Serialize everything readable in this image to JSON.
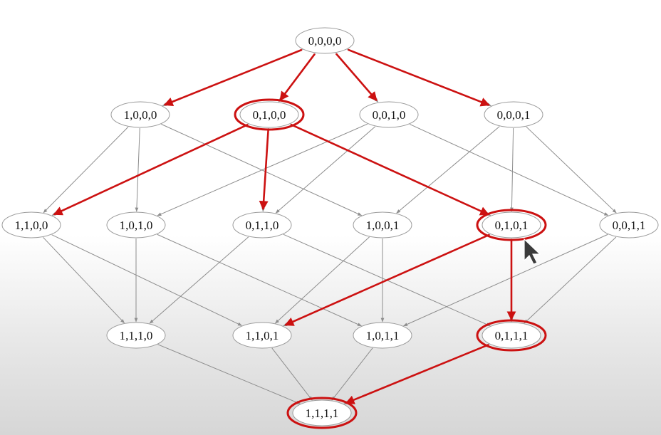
{
  "diagram": {
    "nodes": [
      {
        "id": "0000",
        "label": "0,0,0,0",
        "highlighted": false
      },
      {
        "id": "1000",
        "label": "1,0,0,0",
        "highlighted": false
      },
      {
        "id": "0100",
        "label": "0,1,0,0",
        "highlighted": true
      },
      {
        "id": "0010",
        "label": "0,0,1,0",
        "highlighted": false
      },
      {
        "id": "0001",
        "label": "0,0,0,1",
        "highlighted": false
      },
      {
        "id": "1100",
        "label": "1,1,0,0",
        "highlighted": false
      },
      {
        "id": "1010",
        "label": "1,0,1,0",
        "highlighted": false
      },
      {
        "id": "0110",
        "label": "0,1,1,0",
        "highlighted": false
      },
      {
        "id": "1001",
        "label": "1,0,0,1",
        "highlighted": false
      },
      {
        "id": "0101",
        "label": "0,1,0,1",
        "highlighted": true
      },
      {
        "id": "0011",
        "label": "0,0,1,1",
        "highlighted": false
      },
      {
        "id": "1110",
        "label": "1,1,1,0",
        "highlighted": false
      },
      {
        "id": "1101",
        "label": "1,1,0,1",
        "highlighted": false
      },
      {
        "id": "1011",
        "label": "1,0,1,1",
        "highlighted": false
      },
      {
        "id": "0111",
        "label": "0,1,1,1",
        "highlighted": true
      },
      {
        "id": "1111",
        "label": "1,1,1,1",
        "highlighted": true
      }
    ],
    "red_edges": [
      [
        "0000",
        "1000"
      ],
      [
        "0000",
        "0100"
      ],
      [
        "0000",
        "0010"
      ],
      [
        "0000",
        "0001"
      ],
      [
        "0100",
        "1100"
      ],
      [
        "0100",
        "0110"
      ],
      [
        "0100",
        "0101"
      ],
      [
        "0101",
        "1101"
      ],
      [
        "0101",
        "0111"
      ],
      [
        "0111",
        "1111"
      ]
    ],
    "colors": {
      "highlight": "#cc1111",
      "edge": "#8d8d8d",
      "node_border": "#9a9a9a"
    },
    "cursor_icon": "mouse-pointer-icon"
  }
}
